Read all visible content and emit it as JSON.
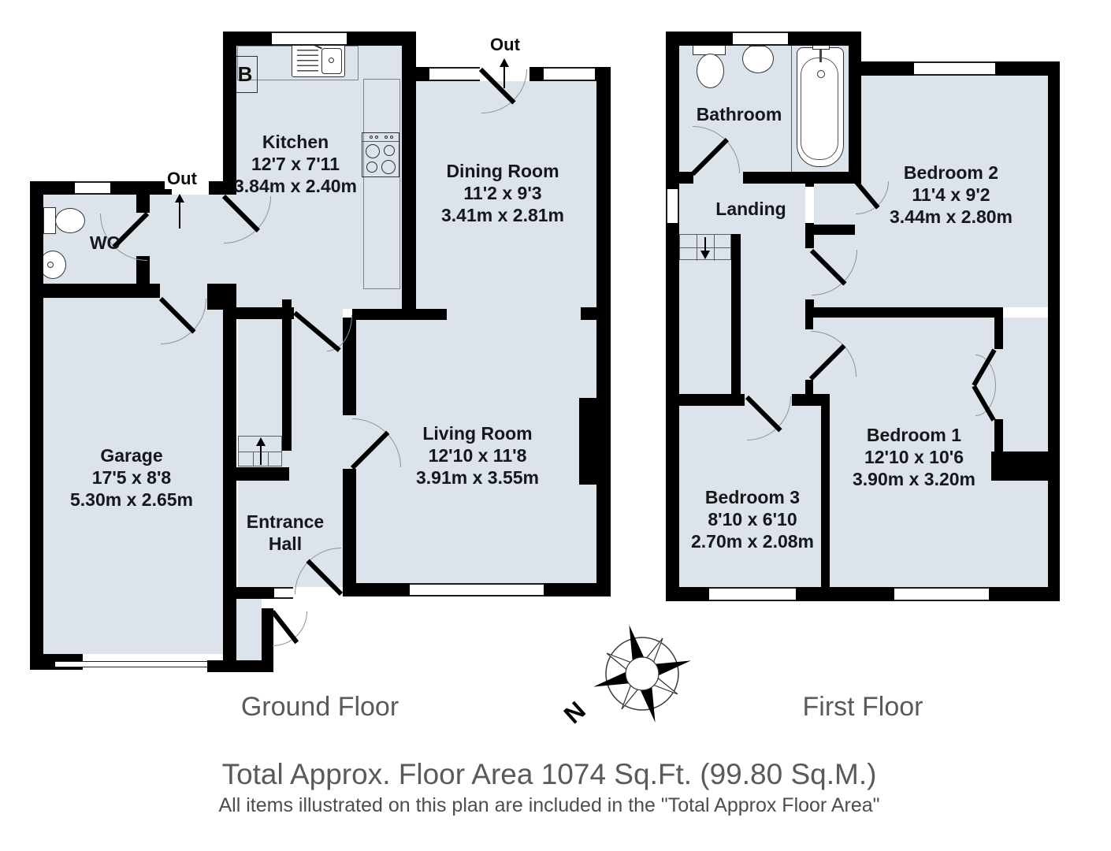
{
  "ground_floor": {
    "title": "Ground Floor",
    "rooms": {
      "kitchen": {
        "name": "Kitchen",
        "dims_imperial": "12'7 x 7'11",
        "dims_metric": "3.84m x 2.40m"
      },
      "dining_room": {
        "name": "Dining Room",
        "dims_imperial": "11'2 x 9'3",
        "dims_metric": "3.41m x 2.81m"
      },
      "living_room": {
        "name": "Living Room",
        "dims_imperial": "12'10 x 11'8",
        "dims_metric": "3.91m x 3.55m"
      },
      "garage": {
        "name": "Garage",
        "dims_imperial": "17'5 x 8'8",
        "dims_metric": "5.30m x 2.65m"
      },
      "wc": {
        "name": "WC"
      },
      "entrance_hall": {
        "line1": "Entrance",
        "line2": "Hall"
      }
    },
    "labels": {
      "out_rear": "Out",
      "out_side": "Out",
      "boiler": "B"
    }
  },
  "first_floor": {
    "title": "First Floor",
    "rooms": {
      "bathroom": {
        "name": "Bathroom"
      },
      "landing": {
        "name": "Landing"
      },
      "bedroom_1": {
        "name": "Bedroom 1",
        "dims_imperial": "12'10 x 10'6",
        "dims_metric": "3.90m x 3.20m"
      },
      "bedroom_2": {
        "name": "Bedroom 2",
        "dims_imperial": "11'4 x 9'2",
        "dims_metric": "3.44m x 2.80m"
      },
      "bedroom_3": {
        "name": "Bedroom 3",
        "dims_imperial": "8'10 x 6'10",
        "dims_metric": "2.70m x 2.08m"
      }
    }
  },
  "compass": {
    "north": "N"
  },
  "footer": {
    "total_area": "Total Approx. Floor Area 1074 Sq.Ft. (99.80 Sq.M.)",
    "disclaimer": "All items illustrated on this plan are included in the \"Total Approx Floor Area\""
  },
  "colors": {
    "floor_fill": "#dce3ea",
    "wall": "#000000",
    "text_gray": "#595a5c"
  }
}
